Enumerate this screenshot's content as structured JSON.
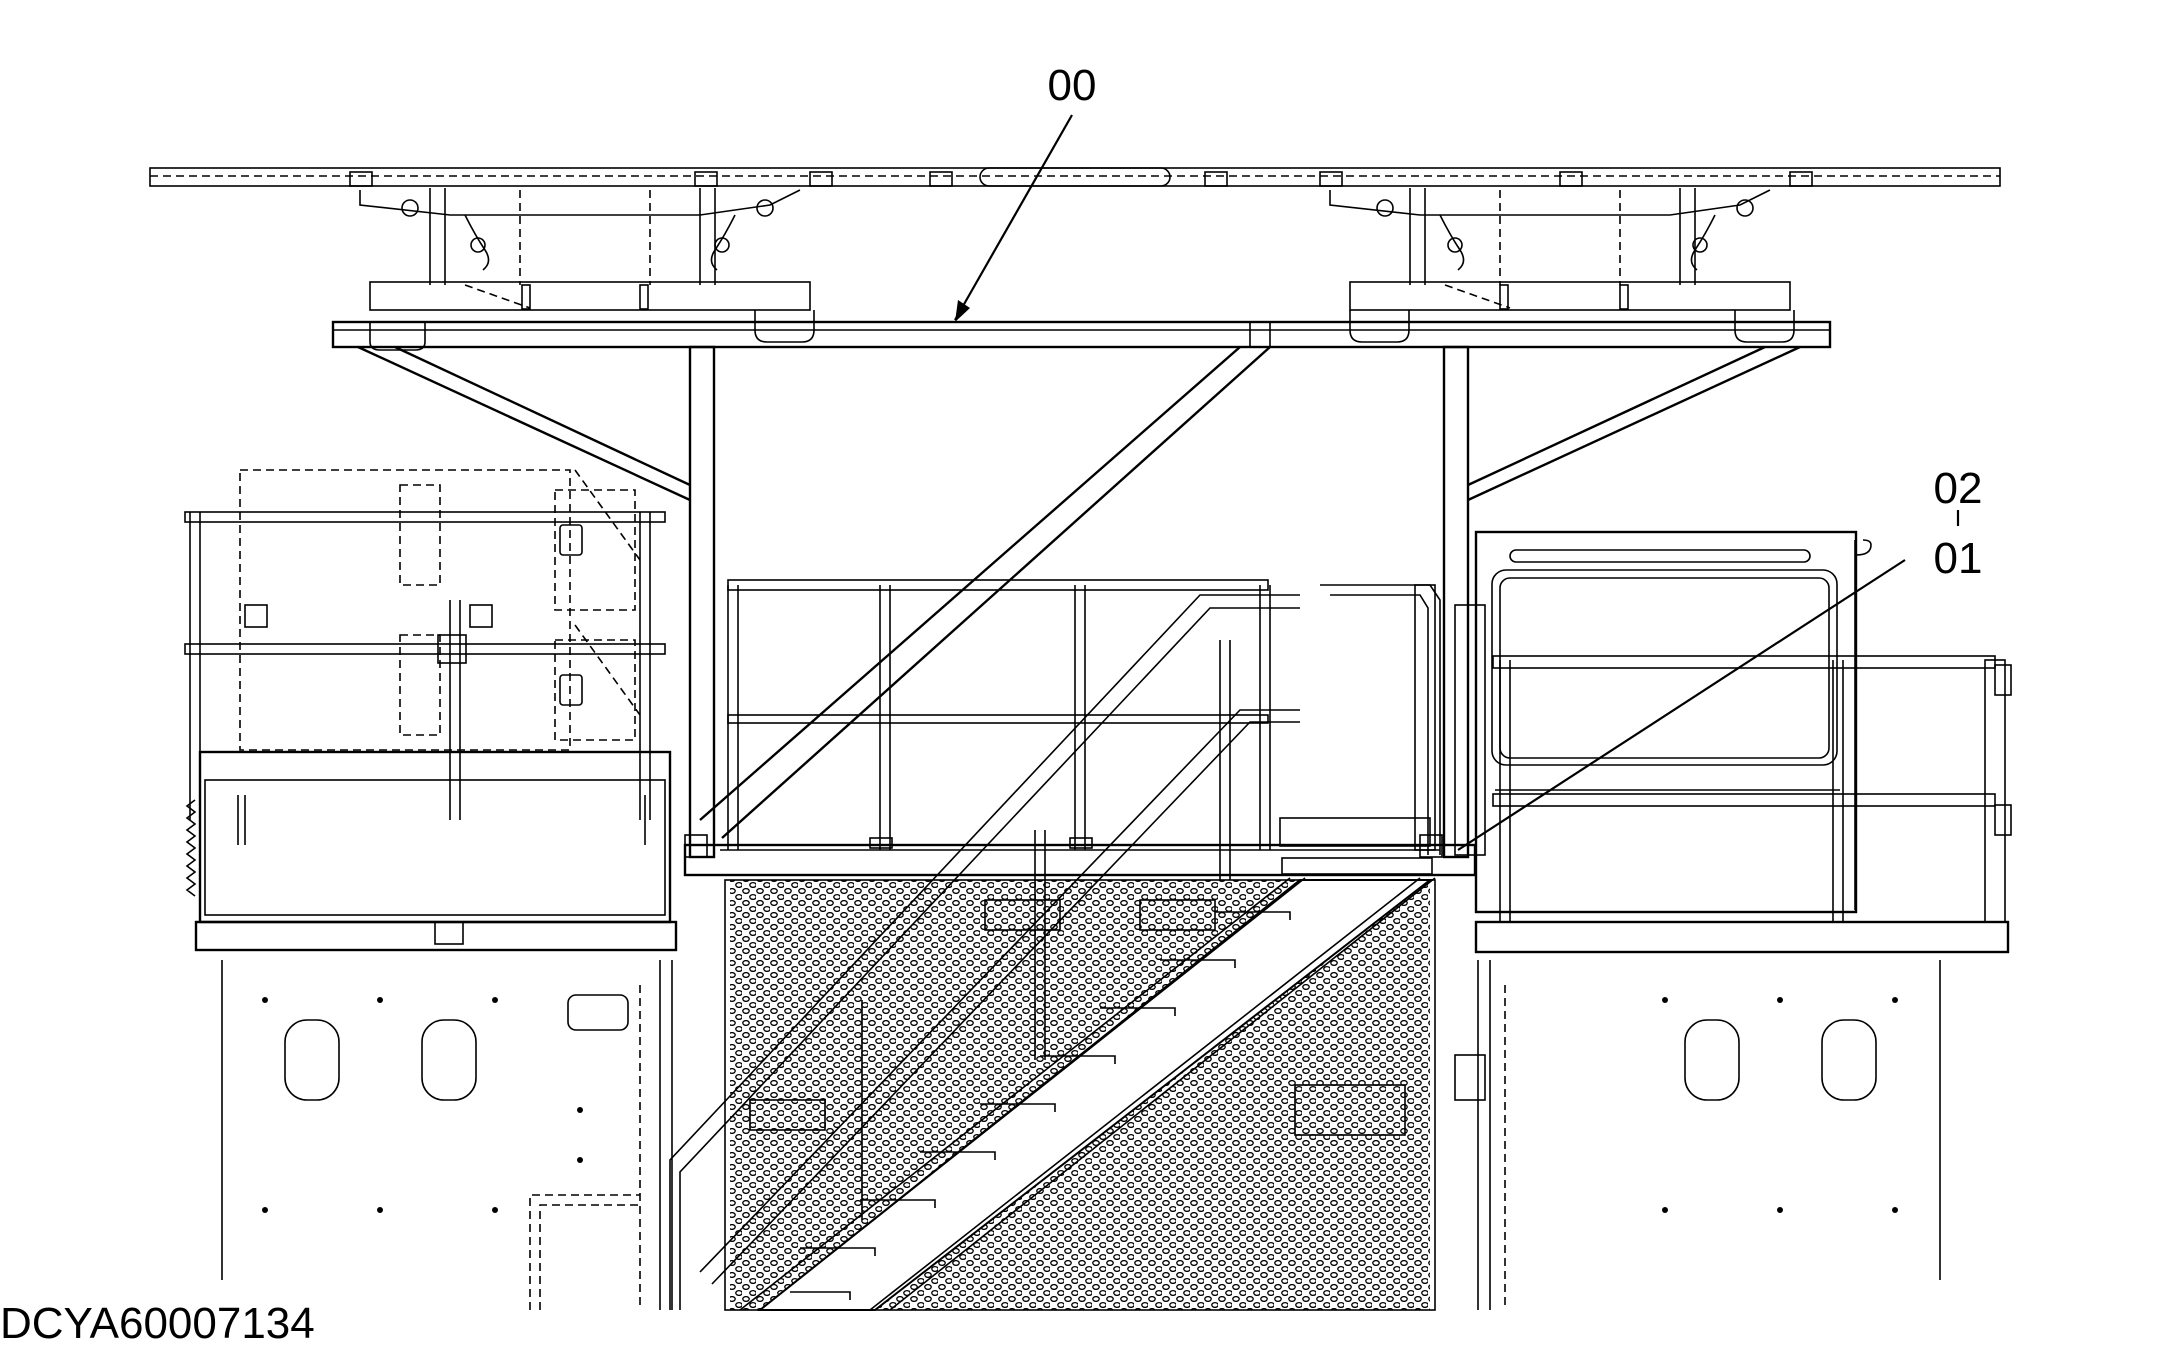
{
  "drawing": {
    "document_id": "DCYA60007134",
    "callouts": [
      {
        "id": "callout-00",
        "label": "00"
      },
      {
        "id": "callout-02",
        "label": "02"
      },
      {
        "id": "callout-01",
        "label": "01"
      }
    ]
  }
}
